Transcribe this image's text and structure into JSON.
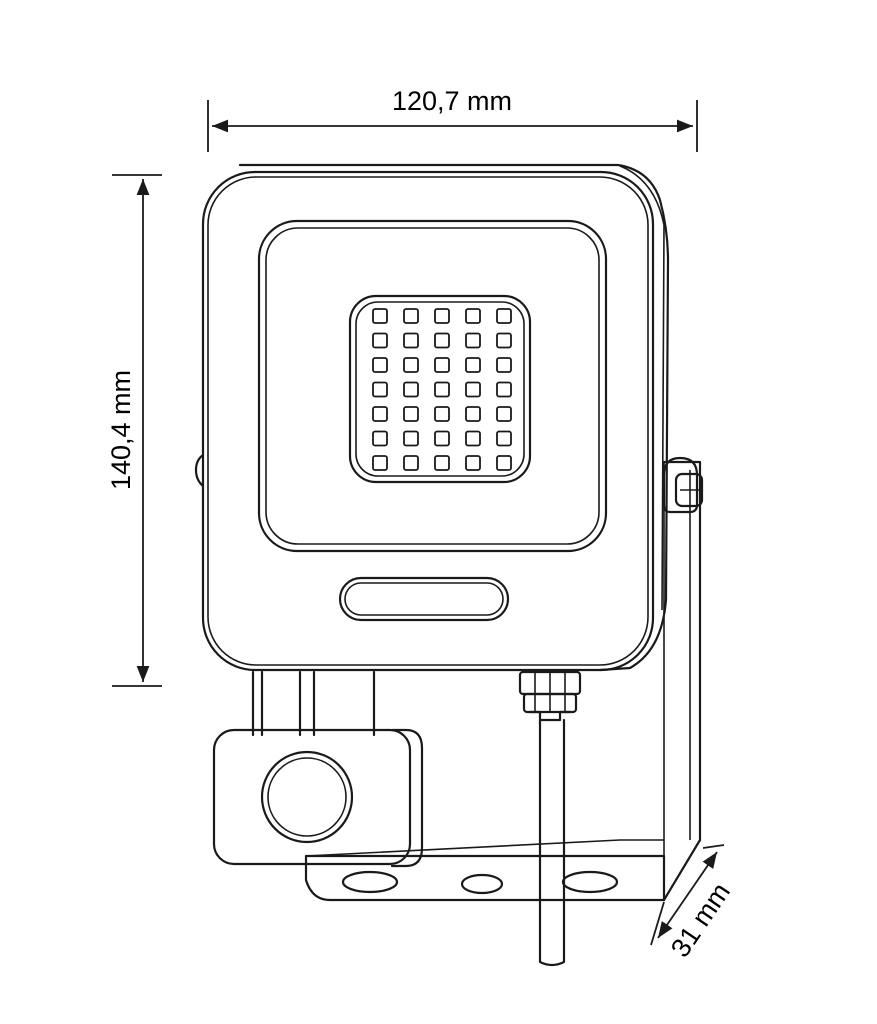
{
  "dimensions": {
    "width_label": "120,7 mm",
    "height_label": "140,4 mm",
    "depth_label": "31 mm"
  },
  "led_grid": {
    "rows": 7,
    "cols": 5
  },
  "colors": {
    "line": "#1a1a1a",
    "background": "#ffffff"
  }
}
